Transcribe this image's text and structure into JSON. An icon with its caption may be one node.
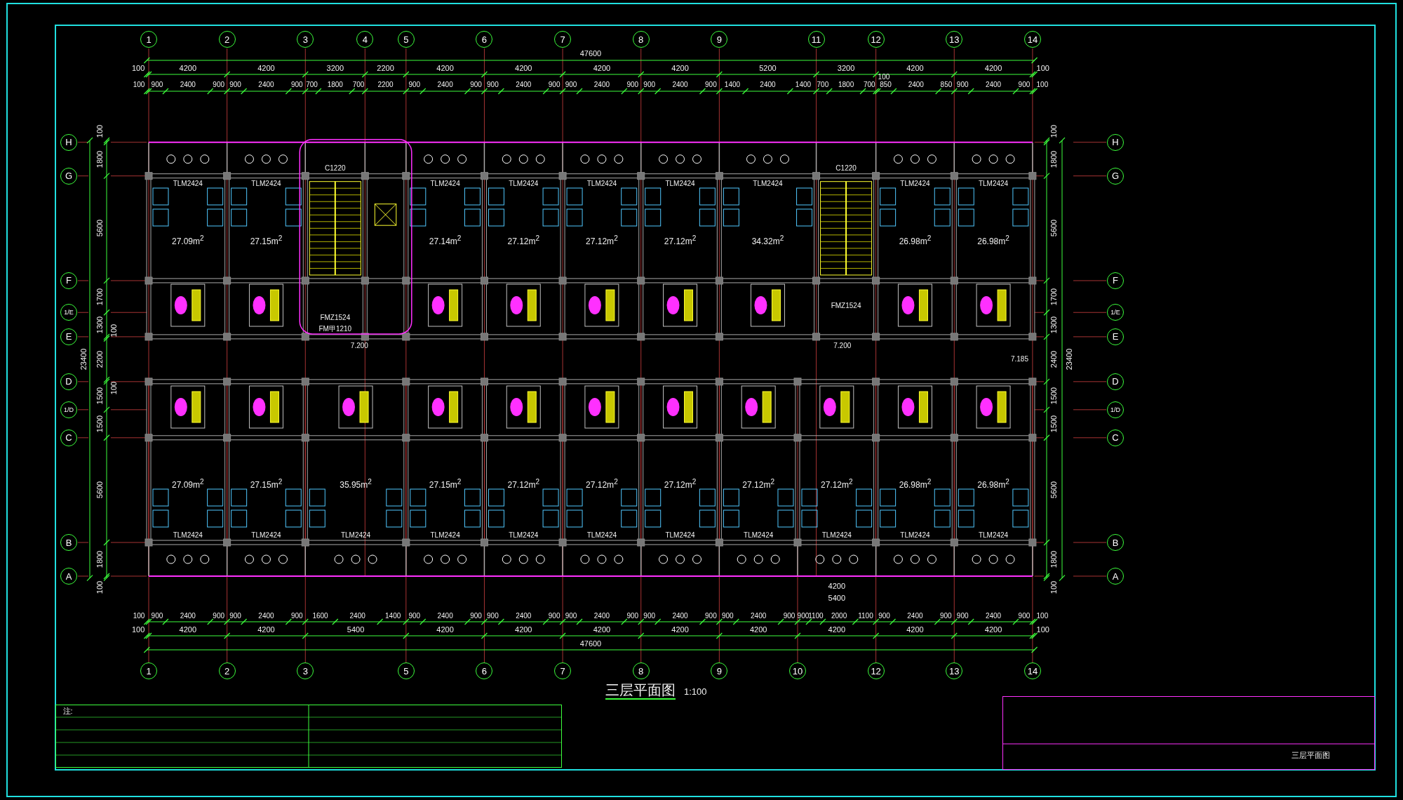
{
  "diagram": {
    "title": "三层平面图",
    "nodes": [
      {
        "text": [
          "1"
        ]
      },
      {
        "text": [
          "2"
        ]
      },
      {
        "text": [
          "3"
        ]
      },
      {
        "text": [
          "4"
        ]
      },
      {
        "text": [
          "5"
        ]
      },
      {
        "text": [
          "6"
        ]
      },
      {
        "text": [
          "7"
        ]
      },
      {
        "text": [
          "8"
        ]
      },
      {
        "text": [
          "9"
        ]
      },
      {
        "text": [
          "11"
        ]
      },
      {
        "text": [
          "12"
        ]
      },
      {
        "text": [
          "13"
        ]
      },
      {
        "text": [
          "14"
        ]
      },
      {
        "text": [
          "H"
        ]
      },
      {
        "text": [
          "H"
        ]
      },
      {
        "text": [
          "G"
        ]
      },
      {
        "text": [
          "G"
        ]
      },
      {
        "text": [
          "F"
        ]
      },
      {
        "text": [
          "F"
        ]
      },
      {
        "text": [
          "1/E"
        ]
      },
      {
        "text": [
          "1/E"
        ]
      },
      {
        "text": [
          "E"
        ]
      },
      {
        "text": [
          "E"
        ]
      },
      {
        "text": [
          "D"
        ]
      },
      {
        "text": [
          "D"
        ]
      },
      {
        "text": [
          "1/D"
        ]
      },
      {
        "text": [
          "1/D"
        ]
      },
      {
        "text": [
          "C"
        ]
      },
      {
        "text": [
          "C"
        ]
      },
      {
        "text": [
          "B"
        ]
      },
      {
        "text": [
          "B"
        ]
      },
      {
        "text": [
          "A"
        ]
      },
      {
        "text": [
          "A"
        ]
      },
      {
        "text": [
          "1"
        ]
      },
      {
        "text": [
          "2"
        ]
      },
      {
        "text": [
          "3"
        ]
      },
      {
        "text": [
          "5"
        ]
      },
      {
        "text": [
          "6"
        ]
      },
      {
        "text": [
          "7"
        ]
      },
      {
        "text": [
          "8"
        ]
      },
      {
        "text": [
          "9"
        ]
      },
      {
        "text": [
          "10"
        ]
      },
      {
        "text": [
          "12"
        ]
      },
      {
        "text": [
          "13"
        ]
      },
      {
        "text": [
          "14"
        ]
      }
    ],
    "labels": [
      "47600",
      "100",
      "4200",
      "4200",
      "3200",
      "2200",
      "4200",
      "4200",
      "4200",
      "4200",
      "5200",
      "3200",
      "4200",
      "4200",
      "100",
      "100",
      "900",
      "2400",
      "900",
      "900",
      "2400",
      "900",
      "700",
      "1800",
      "700",
      "2200",
      "900",
      "2400",
      "900",
      "900",
      "2400",
      "900",
      "900",
      "2400",
      "900",
      "900",
      "2400",
      "900",
      "1400",
      "2400",
      "1400",
      "700",
      "1800",
      "700",
      "100",
      "850",
      "2400",
      "850",
      "900",
      "2400",
      "900",
      "100",
      "C1220",
      "C1220",
      "TLM2424",
      "TLM2424",
      "TLM2424",
      "TLM2424",
      "TLM2424",
      "TLM2424",
      "TLM2424",
      "TLM2424",
      "TLM2424",
      "27.09m$^{2}$",
      "27.15m$^{2}$",
      "27.14m$^{2}$",
      "27.12m$^{2}$",
      "27.12m$^{2}$",
      "27.12m$^{2}$",
      "34.32m$^{2}$",
      "26.98m$^{2}$",
      "26.98m$^{2}$",
      "FMZ1524",
      "FMZ1524",
      "FM甲1210",
      "7.200",
      "7.200",
      "7.185",
      "27.09m$^{2}$",
      "27.15m$^{2}$",
      "35.95m$^{2}$",
      "27.15m$^{2}$",
      "27.12m$^{2}$",
      "27.12m$^{2}$",
      "27.12m$^{2}$",
      "27.12m$^{2}$",
      "27.12m$^{2}$",
      "26.98m$^{2}$",
      "26.98m$^{2}$",
      "TLM2424",
      "TLM2424",
      "TLM2424",
      "TLM2424",
      "TLM2424",
      "TLM2424",
      "TLM2424",
      "TLM2424",
      "TLM2424",
      "TLM2424",
      "TLM2424",
      "4200",
      "5400",
      "100",
      "900",
      "2400",
      "900",
      "900",
      "2400",
      "900",
      "1600",
      "2400",
      "1400",
      "900",
      "2400",
      "900",
      "900",
      "2400",
      "900",
      "900",
      "2400",
      "900",
      "900",
      "2400",
      "900",
      "900",
      "2400",
      "900",
      "900",
      "1100",
      "2000",
      "1100",
      "900",
      "2400",
      "900",
      "900",
      "2400",
      "900",
      "100",
      "100",
      "4200",
      "4200",
      "5400",
      "4200",
      "4200",
      "4200",
      "4200",
      "4200",
      "4200",
      "4200",
      "4200",
      "100",
      "47600",
      "23400",
      "100",
      "1800",
      "5600",
      "1700",
      "1300",
      "100",
      "2200",
      "100",
      "1500",
      "1500",
      "5600",
      "1800",
      "100",
      "100",
      "1800",
      "5600",
      "1700",
      "1300",
      "2400",
      "1500",
      "1500",
      "5600",
      "1800",
      "100",
      "23400",
      "1:100",
      "注:",
      "三层平面图"
    ]
  }
}
